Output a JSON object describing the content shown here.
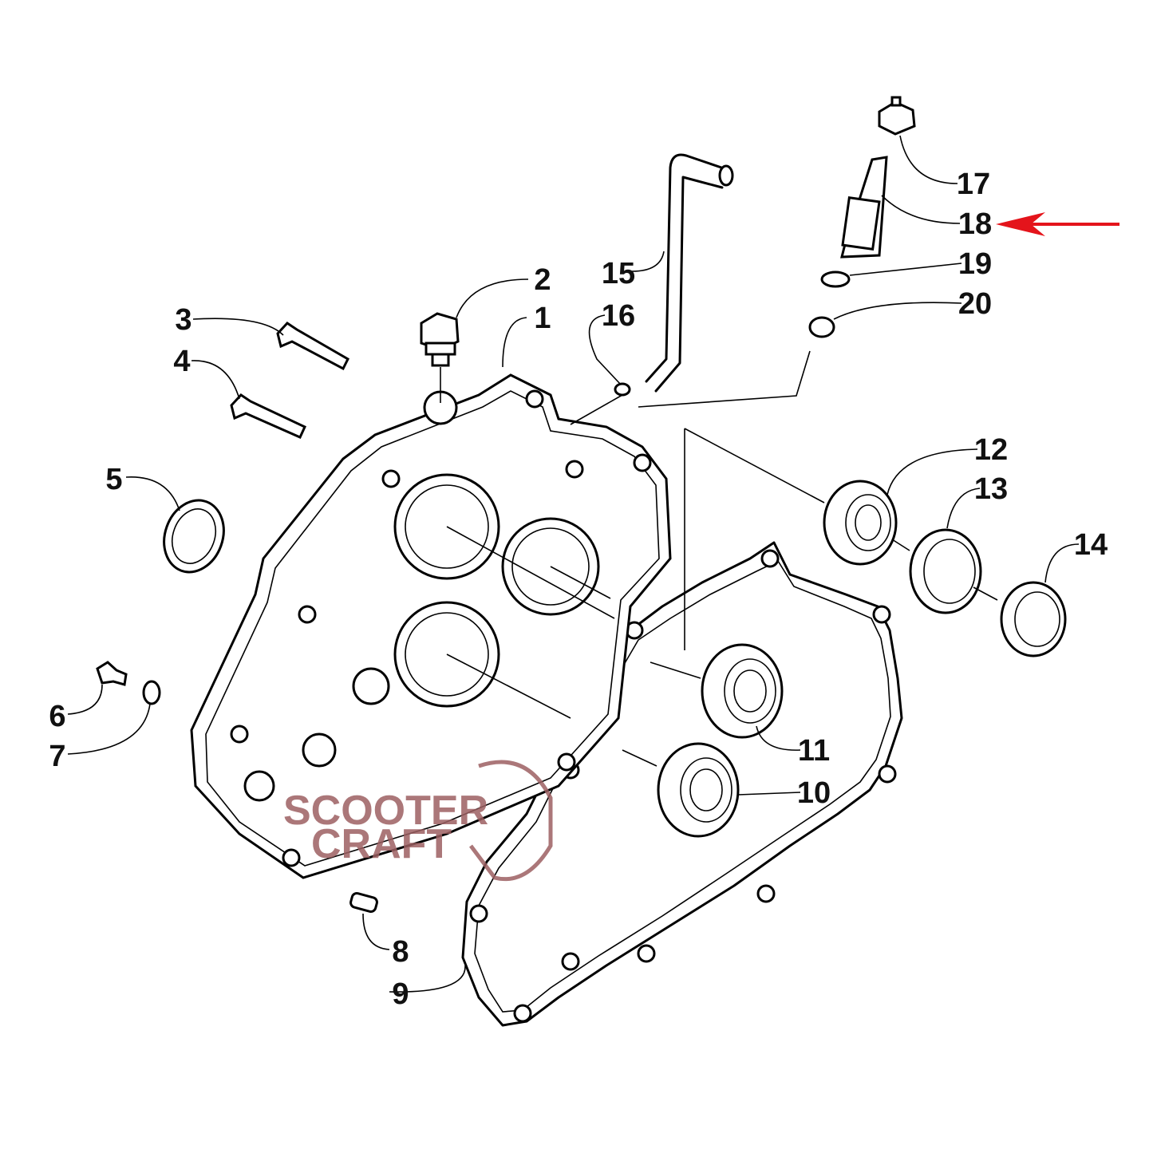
{
  "diagram": {
    "type": "exploded-parts-diagram",
    "labels": [
      "1",
      "2",
      "3",
      "4",
      "5",
      "6",
      "7",
      "8",
      "9",
      "10",
      "11",
      "12",
      "13",
      "14",
      "15",
      "16",
      "17",
      "18",
      "19",
      "20"
    ],
    "highlighted_part": "18",
    "arrow_color": "#e4141b",
    "watermark": {
      "line1": "SCOOTER",
      "line2": "CRAFT",
      "color": "#9c5f62"
    }
  }
}
